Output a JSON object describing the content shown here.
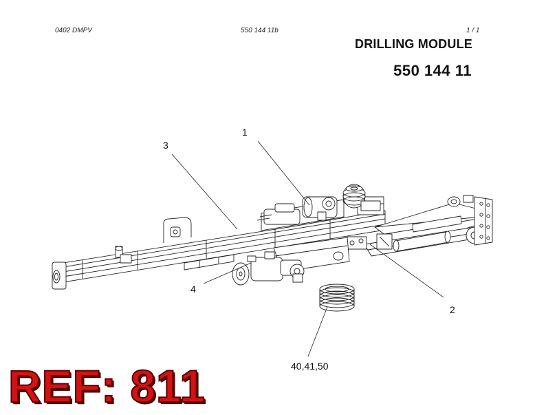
{
  "header": {
    "code": "0402 DMPV",
    "drawing_no": "550 144 11b",
    "page": "1 /   1",
    "title": "DRILLING MODULE",
    "part_number": "550 144 11"
  },
  "callouts": {
    "c1": "1",
    "c2": "2",
    "c3": "3",
    "c4": "4",
    "c5": "40,41,50"
  },
  "ref_label": "REF: 811",
  "colors": {
    "line": "#222222",
    "ref_fill": "#d21313",
    "ref_outline": "#5a0000"
  }
}
